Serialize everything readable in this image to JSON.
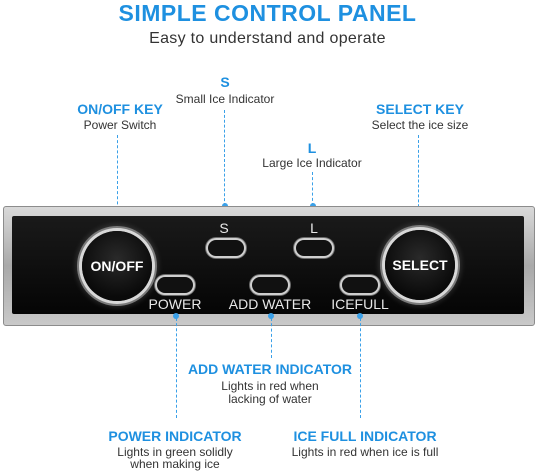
{
  "header": {
    "title": "SIMPLE CONTROL PANEL",
    "subtitle": "Easy to understand and operate"
  },
  "callouts": {
    "s": {
      "head": "S",
      "desc": "Small Ice Indicator"
    },
    "l": {
      "head": "L",
      "desc": "Large Ice Indicator"
    },
    "onoff": {
      "head": "ON/OFF KEY",
      "desc": "Power Switch"
    },
    "select": {
      "head": "SELECT KEY",
      "desc": "Select the ice size"
    },
    "add_water": {
      "head": "ADD WATER INDICATOR",
      "desc_line1": "Lights in red when",
      "desc_line2": "lacking of water"
    },
    "power": {
      "head": "POWER INDICATOR",
      "desc_line1": "Lights in green solidly",
      "desc_line2": "when making ice"
    },
    "ice_full": {
      "head": "ICE FULL INDICATOR",
      "desc": "Lights in red when ice is full"
    }
  },
  "panel": {
    "onoff_label": "ON/OFF",
    "select_label": "SELECT",
    "s_label": "S",
    "l_label": "L",
    "power_label": "POWER",
    "add_water_label": "ADD WATER",
    "icefull_label": "ICEFULL"
  },
  "colors": {
    "accent": "#1e90e0",
    "panel_face": "#0a0a0a",
    "panel_frame": "#b5b5b5"
  }
}
